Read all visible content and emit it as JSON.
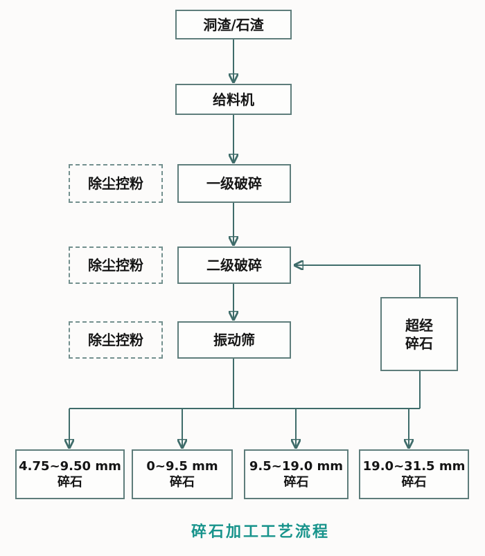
{
  "diagram": {
    "caption": "碎石加工工艺流程",
    "main_flow": [
      {
        "label": "洞渣/石渣"
      },
      {
        "label": "给料机"
      },
      {
        "label": "一级破碎"
      },
      {
        "label": "二级破碎"
      },
      {
        "label": "振动筛"
      }
    ],
    "dust_control_label": "除尘控粉",
    "recycle": {
      "line1": "超经",
      "line2": "碎石"
    },
    "outputs": [
      {
        "size": "4.75~9.50 mm",
        "material": "碎石"
      },
      {
        "size": "0~9.5 mm",
        "material": "碎石"
      },
      {
        "size": "9.5~19.0 mm",
        "material": "碎石"
      },
      {
        "size": "19.0~31.5 mm",
        "material": "碎石"
      }
    ],
    "colors": {
      "box_border": "#5e7d7b",
      "arrow": "#3f6c6a",
      "caption": "#17938b",
      "text": "#151515",
      "background": "#fcfbfa"
    }
  }
}
